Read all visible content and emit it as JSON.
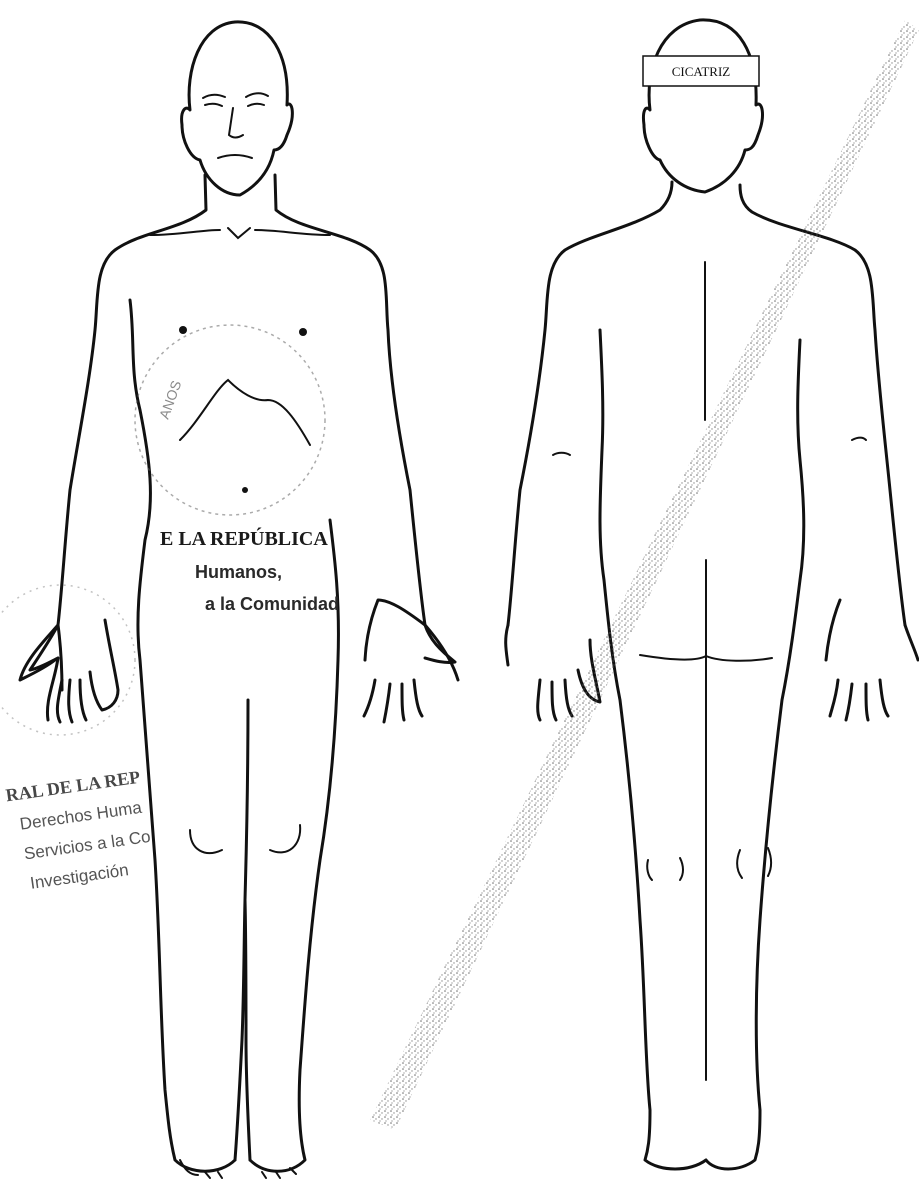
{
  "figure": {
    "back_label": "CICATRIZ"
  },
  "stamp": {
    "line1": "E LA REPÚBLICA",
    "line2": "Humanos,",
    "line3": "a la Comunidad"
  },
  "stamp2": {
    "line1": "RAL DE LA REP",
    "line2": "Derechos Huma",
    "line3": "Servicios a la Co",
    "line4": "Investigación"
  },
  "stamp_seal": {
    "arc_text": "ANOS"
  },
  "colors": {
    "ink": "#111111",
    "stamp": "#2a2a2a",
    "paper": "#ffffff"
  }
}
